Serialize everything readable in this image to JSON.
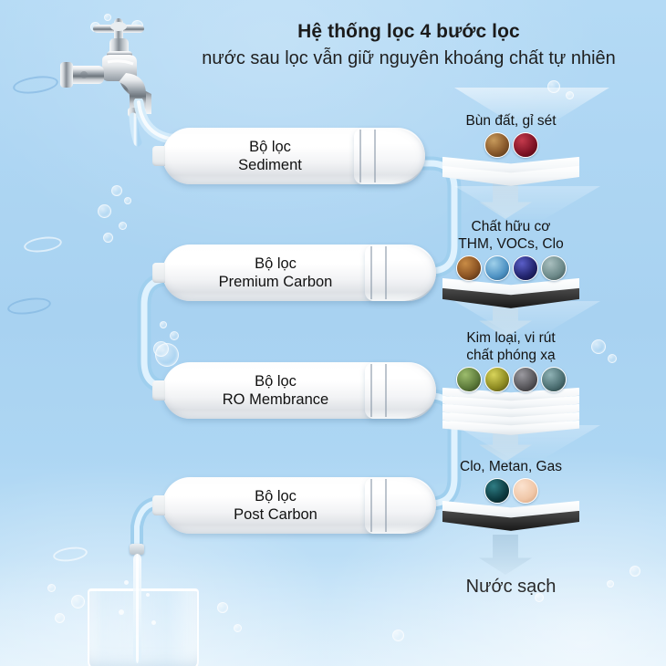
{
  "header": {
    "title_line1": "Hệ thống lọc 4 bước lọc",
    "title_line2": "nước sau lọc vẫn giữ nguyên khoáng chất tự nhiên"
  },
  "source": {
    "icon": "faucet-icon",
    "label": ""
  },
  "filters": [
    {
      "prefix": "Bộ lọc",
      "name": "Sediment"
    },
    {
      "prefix": "Bộ lọc",
      "name": "Premium Carbon"
    },
    {
      "prefix": "Bộ lọc",
      "name": "RO Membrance"
    },
    {
      "prefix": "Bộ lọc",
      "name": "Post Carbon"
    }
  ],
  "stages": [
    {
      "line1": "Bùn đất, gỉ sét",
      "line2": "",
      "particles": [
        "#8a5a2b",
        "#7d1224"
      ],
      "media": "single-sheet"
    },
    {
      "line1": "Chất hữu cơ",
      "line2": "THM, VOCs, Clo",
      "particles": [
        "#8d5524",
        "#4f93c4",
        "#23256e",
        "#6d8a8a"
      ],
      "media": "sheet-with-dark-base"
    },
    {
      "line1": "Kim loại, vi rút",
      "line2": "chất phóng xạ",
      "particles": [
        "#5c7a3a",
        "#8e8b22",
        "#57565a",
        "#4c6f72"
      ],
      "media": "multi-layer-stack"
    },
    {
      "line1": "Clo, Metan, Gas",
      "line2": "",
      "particles": [
        "#0d3b41",
        "#f0c7a8"
      ],
      "media": "sheet-with-dark-base"
    }
  ],
  "output": {
    "label": "Nước sạch",
    "icon": "water-glass-icon"
  },
  "colors": {
    "background_top": "#b4daf5",
    "background_bottom": "#cfe9fa",
    "pipe": "#bfe3f8",
    "cartridge": "#ffffff",
    "text": "#111111",
    "arrow": "#b0cfe5"
  }
}
